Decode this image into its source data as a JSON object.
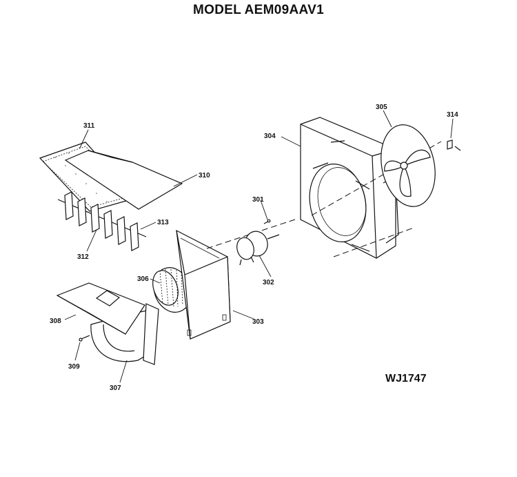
{
  "header": {
    "title": "MODEL AEM09AAV1"
  },
  "diagram_code": "WJ1747",
  "parts": [
    {
      "id": "p311",
      "number": "311"
    },
    {
      "id": "p310",
      "number": "310"
    },
    {
      "id": "p313",
      "number": "313"
    },
    {
      "id": "p312",
      "number": "312"
    },
    {
      "id": "p301",
      "number": "301"
    },
    {
      "id": "p302",
      "number": "302"
    },
    {
      "id": "p303",
      "number": "303"
    },
    {
      "id": "p304",
      "number": "304"
    },
    {
      "id": "p305",
      "number": "305"
    },
    {
      "id": "p314",
      "number": "314"
    },
    {
      "id": "p306",
      "number": "306"
    },
    {
      "id": "p308",
      "number": "308"
    },
    {
      "id": "p309",
      "number": "309"
    },
    {
      "id": "p307",
      "number": "307"
    }
  ]
}
